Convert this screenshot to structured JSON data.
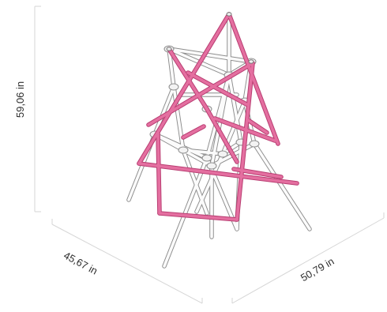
{
  "dimensions": {
    "height": "59,06 in",
    "depth": "45,67 in",
    "width": "50,79 in"
  },
  "colors": {
    "rod": "#e46fa0",
    "pole": "#fbfbfb",
    "dimension_line": "#d6d6d6",
    "label": "#2e2e2e"
  }
}
